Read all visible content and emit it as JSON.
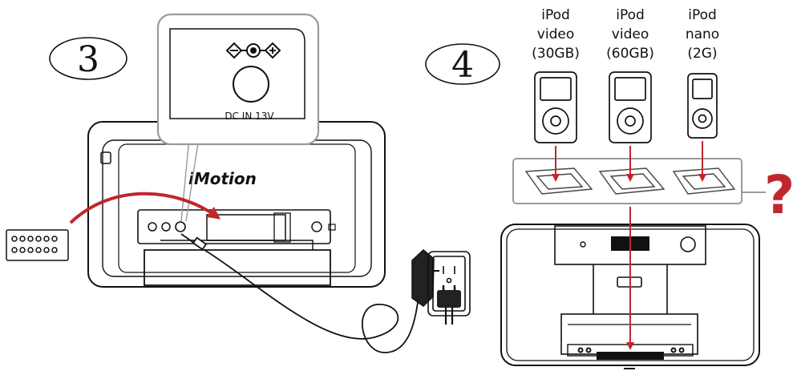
{
  "steps": {
    "step3": "3",
    "step4": "4"
  },
  "labels": {
    "dc_in": "DC IN 13V",
    "brand": "iMotion",
    "question_mark": "?"
  },
  "ipods": [
    {
      "line1": "iPod",
      "line2": "video",
      "line3": "(30GB)"
    },
    {
      "line1": "iPod",
      "line2": "video",
      "line3": "(60GB)"
    },
    {
      "line1": "iPod",
      "line2": "nano",
      "line3": "(2G)"
    }
  ],
  "colors": {
    "arrow": "#c0272d",
    "line": "#111111",
    "callout": "#9a9a9a"
  },
  "icons": [
    "dc-polarity-icon",
    "power-jack-icon",
    "wall-outlet-icon",
    "power-plug-icon",
    "ac-adapter-icon"
  ]
}
